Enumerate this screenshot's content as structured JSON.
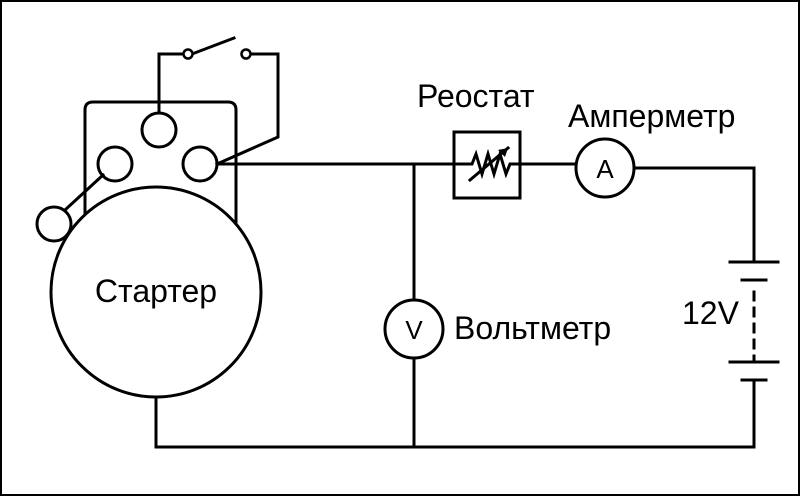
{
  "labels": {
    "starter": "Стартер",
    "rheostat": "Реостат",
    "ammeter": "Амперметр",
    "voltmeter": "Вольтметр",
    "battery": "12V"
  },
  "meters": {
    "ammeter_symbol": "A",
    "voltmeter_symbol": "V"
  },
  "colors": {
    "line": "#000000",
    "background": "#ffffff",
    "frame": "#000000"
  }
}
